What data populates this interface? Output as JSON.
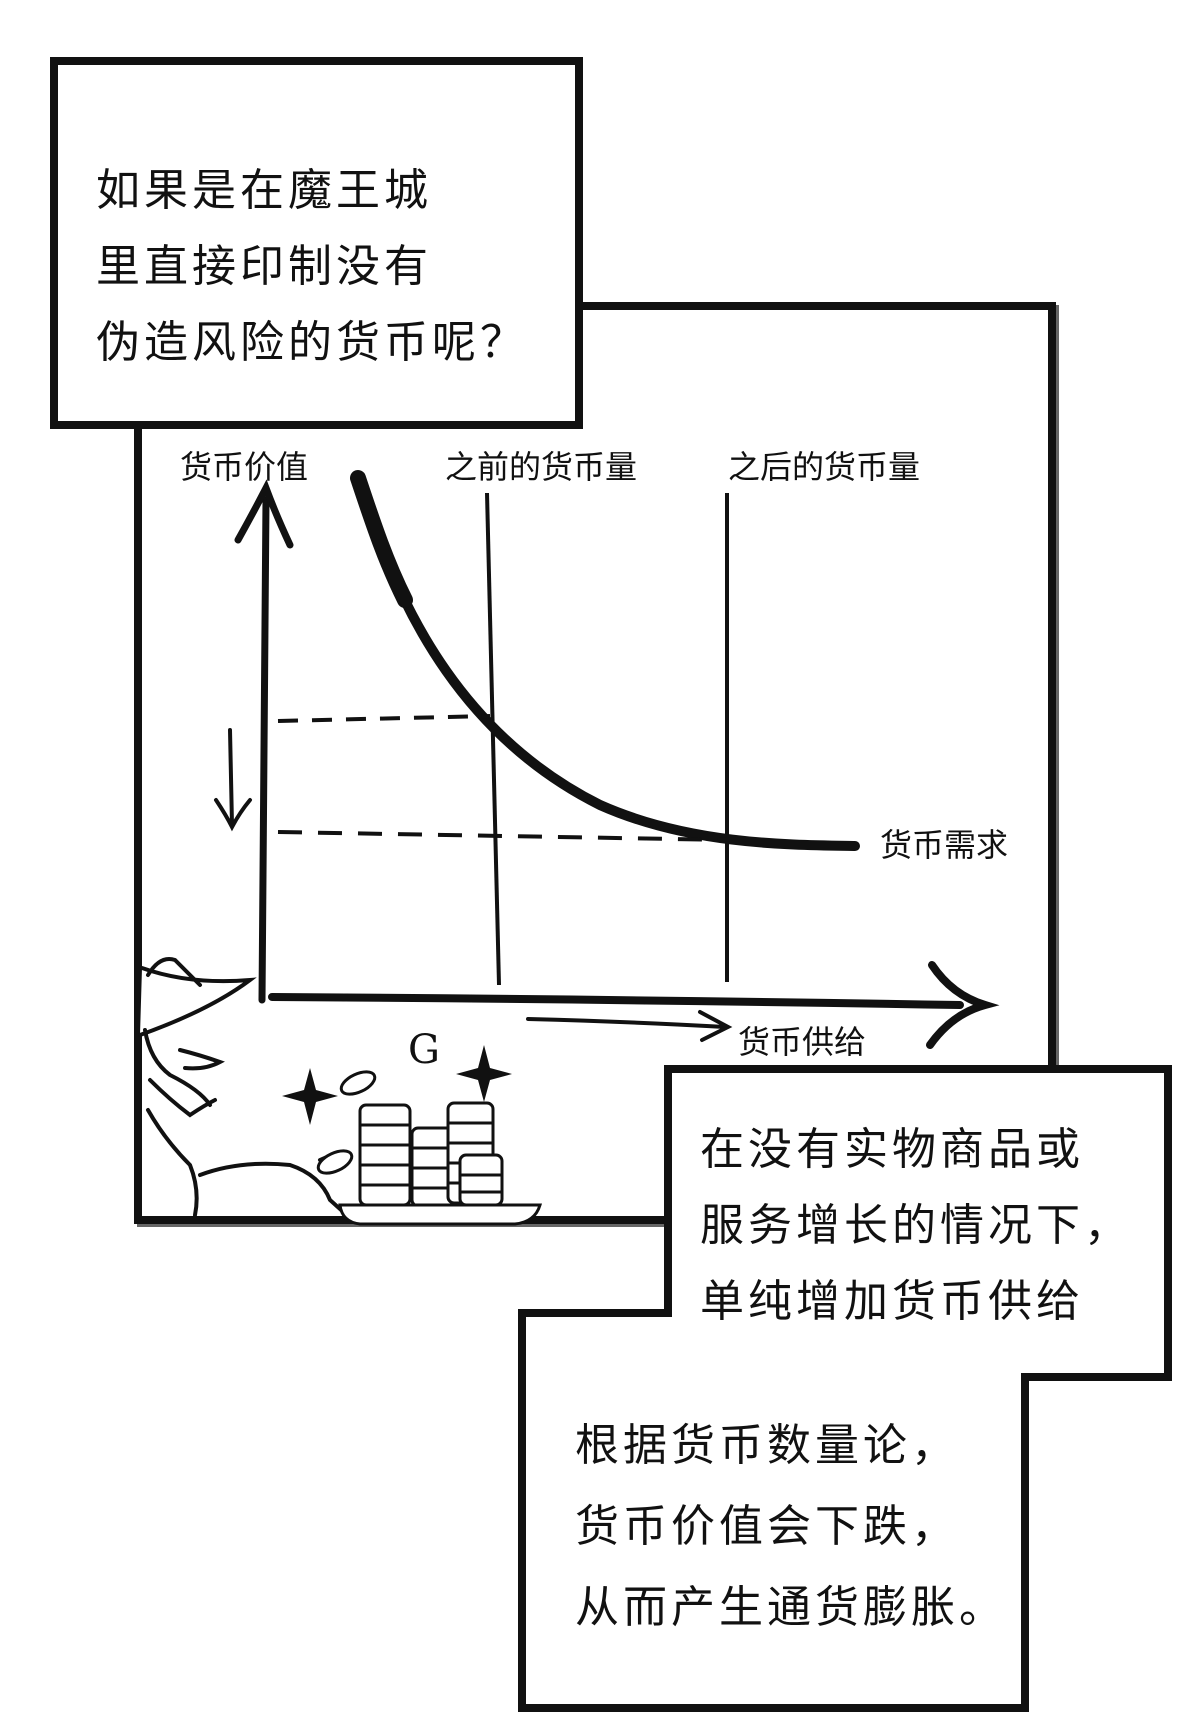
{
  "captions": {
    "top": "如果是在魔王城\n里直接印制没有\n伪造风险的货币呢？",
    "middle": "在没有实物商品或\n服务增长的情况下，\n单纯增加货币供给",
    "bottom": "根据货币数量论，\n货币价值会下跌，\n从而产生通货膨胀。"
  },
  "chart_data": {
    "type": "line",
    "xlabel": "货币供给",
    "ylabel": "货币价值",
    "series": [
      {
        "name": "货币需求"
      }
    ],
    "vertical_lines": [
      {
        "label": "之前的货币量"
      },
      {
        "label": "之后的货币量"
      }
    ],
    "annotations": [
      "G"
    ]
  }
}
